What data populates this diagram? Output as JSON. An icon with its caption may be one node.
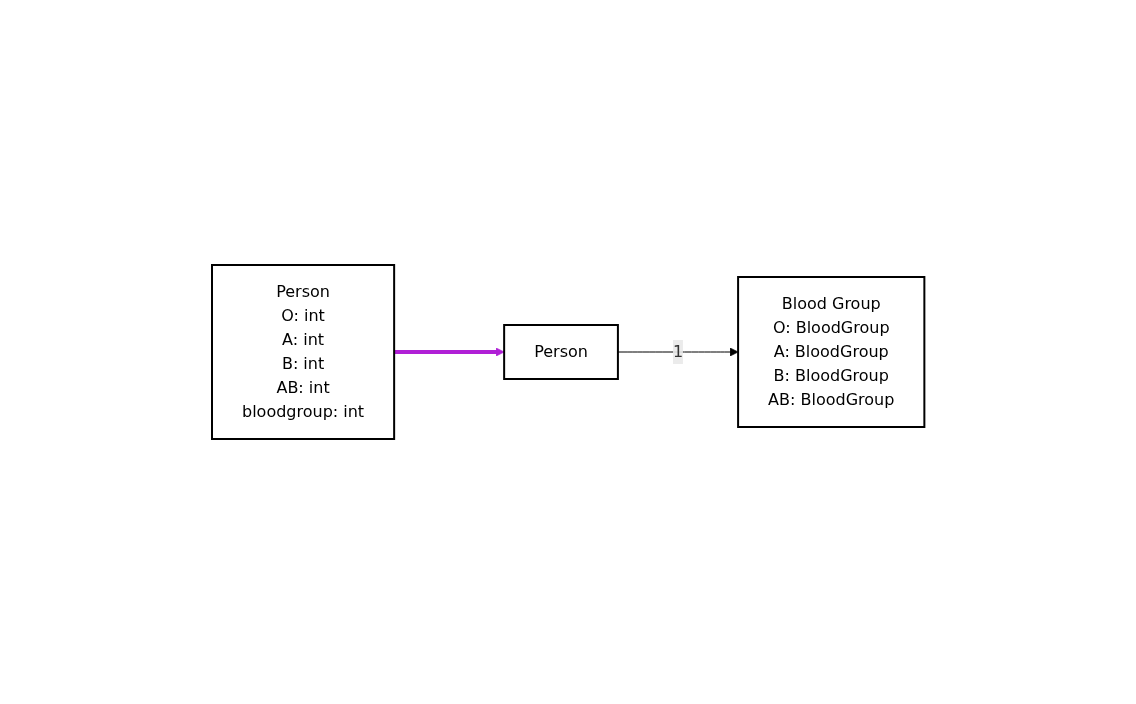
{
  "diagram": {
    "nodes": [
      {
        "text": [
          "Person",
          "O: int",
          "A: int",
          "B: int",
          "AB: int",
          "bloodgroup: int"
        ]
      },
      {
        "text": [
          "Person"
        ]
      },
      {
        "text": [
          "Blood Group",
          "O: BloodGroup",
          "A: BloodGroup",
          "B: BloodGroup",
          "AB: BloodGroup"
        ]
      }
    ],
    "edges": [
      {
        "from": 0,
        "to": 1,
        "arrow": "to",
        "style": "thick",
        "color": "#b01fd6"
      },
      {
        "from": 1,
        "to": 2,
        "arrow": "to",
        "label": "1",
        "color": "#000000"
      }
    ]
  }
}
